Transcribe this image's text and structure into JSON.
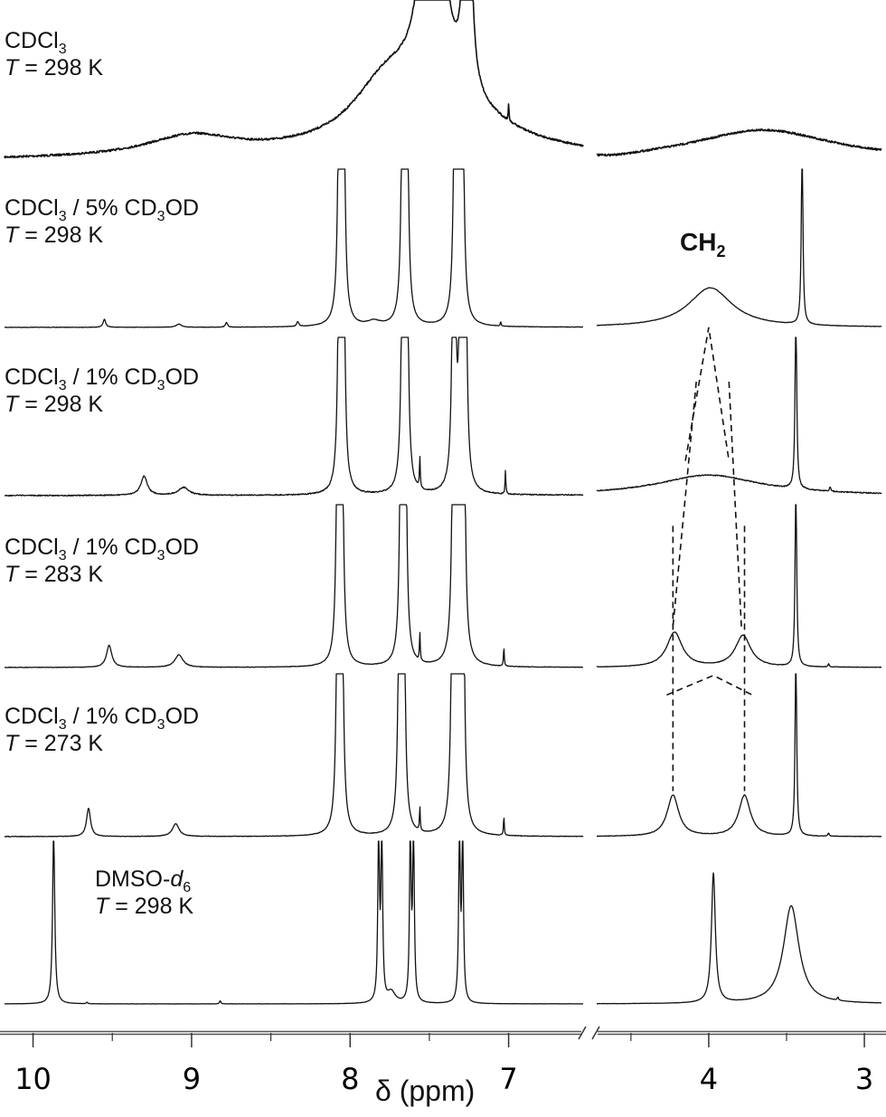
{
  "chart_data": {
    "type": "line",
    "title": "",
    "xlabel": "δ (ppm)",
    "ylabel": "",
    "x_axis": {
      "reversed": true,
      "segments": [
        [
          10.18,
          6.53
        ],
        [
          4.72,
          2.89
        ]
      ],
      "major_ticks": [
        10,
        9,
        8,
        7,
        4,
        3
      ],
      "tick_labels": [
        "10",
        "9",
        "8",
        "7",
        "4",
        "3"
      ],
      "minor_ticks": [
        9.5,
        8.5,
        7.5,
        4.5,
        3.5
      ],
      "axis_break": true
    },
    "annotation": {
      "text": "CH",
      "sub": "2"
    },
    "spectra": [
      {
        "name": "CDCl3 298 K",
        "label": [
          [
            {
              "t": "CDCl"
            },
            {
              "t": "3",
              "sub": true
            }
          ],
          [
            {
              "t": "T",
              "i": true
            },
            {
              "t": " = 298 K"
            }
          ]
        ],
        "noise": 2.2,
        "peaks": [
          [
            9.0,
            0.13,
            0.35
          ],
          [
            7.78,
            0.3,
            0.25
          ],
          [
            7.45,
            0.35,
            0.45
          ],
          [
            7.48,
            3.0,
            0.05
          ],
          [
            7.26,
            4.0,
            0.015
          ],
          [
            7.0,
            0.1,
            0.003
          ],
          [
            3.65,
            0.19,
            0.55
          ],
          [
            4.6,
            -0.02,
            0.2
          ]
        ]
      },
      {
        "name": "CDCl3 / 5% CD3OD 298 K",
        "label": [
          [
            {
              "t": "CDCl"
            },
            {
              "t": "3",
              "sub": true
            },
            {
              "t": " / 5% CD"
            },
            {
              "t": "3",
              "sub": true
            },
            {
              "t": "OD"
            }
          ],
          [
            {
              "t": "T",
              "i": true
            },
            {
              "t": " = 298 K"
            }
          ]
        ],
        "noise": 0.5,
        "peaks": [
          [
            9.55,
            0.05,
            0.01
          ],
          [
            9.08,
            0.02,
            0.02
          ],
          [
            8.78,
            0.03,
            0.008
          ],
          [
            8.33,
            0.03,
            0.008
          ],
          [
            7.85,
            0.03,
            0.05
          ],
          [
            8.065,
            3,
            0.008
          ],
          [
            8.045,
            3,
            0.008
          ],
          [
            7.665,
            3,
            0.008
          ],
          [
            7.645,
            3,
            0.008
          ],
          [
            7.335,
            3,
            0.009
          ],
          [
            7.295,
            3,
            0.009
          ],
          [
            7.05,
            0.03,
            0.003
          ],
          [
            3.99,
            0.25,
            0.17
          ],
          [
            3.4,
            1.2,
            0.006
          ]
        ]
      },
      {
        "name": "CDCl3 / 1% CD3OD 298 K",
        "label": [
          [
            {
              "t": "CDCl"
            },
            {
              "t": "3",
              "sub": true
            },
            {
              "t": " / 1% CD"
            },
            {
              "t": "3",
              "sub": true
            },
            {
              "t": "OD"
            }
          ],
          [
            {
              "t": "T",
              "i": true
            },
            {
              "t": " = 298 K"
            }
          ]
        ],
        "noise": 1.2,
        "peaks": [
          [
            9.3,
            0.12,
            0.025
          ],
          [
            9.05,
            0.05,
            0.04
          ],
          [
            8.065,
            3,
            0.008
          ],
          [
            8.045,
            3,
            0.008
          ],
          [
            7.665,
            3,
            0.008
          ],
          [
            7.645,
            3,
            0.008
          ],
          [
            7.56,
            0.2,
            0.003
          ],
          [
            7.345,
            3,
            0.009
          ],
          [
            7.3,
            3,
            0.008
          ],
          [
            7.275,
            3,
            0.008
          ],
          [
            7.02,
            0.15,
            0.003
          ],
          [
            4.0,
            0.13,
            0.4
          ],
          [
            3.44,
            1.2,
            0.006
          ],
          [
            3.22,
            0.03,
            0.005
          ]
        ]
      },
      {
        "name": "CDCl3 / 1% CD3OD 283 K",
        "label": [
          [
            {
              "t": "CDCl"
            },
            {
              "t": "3",
              "sub": true
            },
            {
              "t": " / 1% CD"
            },
            {
              "t": "3",
              "sub": true
            },
            {
              "t": "OD"
            }
          ],
          [
            {
              "t": "T",
              "i": true
            },
            {
              "t": " = 283 K"
            }
          ]
        ],
        "noise": 0.6,
        "peaks": [
          [
            9.52,
            0.14,
            0.02
          ],
          [
            9.08,
            0.08,
            0.03
          ],
          [
            8.075,
            3,
            0.008
          ],
          [
            8.055,
            3,
            0.008
          ],
          [
            7.675,
            3,
            0.008
          ],
          [
            7.655,
            3,
            0.008
          ],
          [
            7.56,
            0.18,
            0.003
          ],
          [
            7.345,
            3,
            0.009
          ],
          [
            7.31,
            3,
            0.008
          ],
          [
            7.285,
            3,
            0.008
          ],
          [
            7.03,
            0.12,
            0.003
          ],
          [
            4.22,
            0.22,
            0.06
          ],
          [
            3.78,
            0.2,
            0.06
          ],
          [
            3.44,
            1.2,
            0.006
          ],
          [
            3.23,
            0.02,
            0.005
          ]
        ]
      },
      {
        "name": "CDCl3 / 1% CD3OD 273 K",
        "label": [
          [
            {
              "t": "CDCl"
            },
            {
              "t": "3",
              "sub": true
            },
            {
              "t": " / 1% CD"
            },
            {
              "t": "3",
              "sub": true
            },
            {
              "t": "OD"
            }
          ],
          [
            {
              "t": "T",
              "i": true
            },
            {
              "t": " = 273 K"
            }
          ]
        ],
        "noise": 0.6,
        "peaks": [
          [
            9.65,
            0.18,
            0.015
          ],
          [
            9.1,
            0.08,
            0.025
          ],
          [
            8.075,
            3,
            0.008
          ],
          [
            8.055,
            3,
            0.008
          ],
          [
            7.685,
            3,
            0.008
          ],
          [
            7.665,
            3,
            0.008
          ],
          [
            7.56,
            0.15,
            0.003
          ],
          [
            7.35,
            3,
            0.009
          ],
          [
            7.315,
            3,
            0.008
          ],
          [
            7.29,
            3,
            0.008
          ],
          [
            7.03,
            0.12,
            0.003
          ],
          [
            4.23,
            0.26,
            0.045
          ],
          [
            3.77,
            0.26,
            0.045
          ],
          [
            3.44,
            1.2,
            0.006
          ],
          [
            3.23,
            0.02,
            0.005
          ]
        ]
      },
      {
        "name": "DMSO-d6 298 K",
        "label": [
          [
            {
              "t": "DMSO-"
            },
            {
              "t": "d",
              "i": true
            },
            {
              "t": "6",
              "sub": true
            }
          ],
          [
            {
              "t": "T",
              "i": true
            },
            {
              "t": " = 298 K"
            }
          ]
        ],
        "noise": 0.3,
        "peaks": [
          [
            9.87,
            1.1,
            0.008
          ],
          [
            9.66,
            0.01,
            0.005
          ],
          [
            8.82,
            0.02,
            0.005
          ],
          [
            7.82,
            1.1,
            0.006
          ],
          [
            7.8,
            1.1,
            0.006
          ],
          [
            7.74,
            0.07,
            0.03
          ],
          [
            7.62,
            1.1,
            0.006
          ],
          [
            7.6,
            1.1,
            0.006
          ],
          [
            7.31,
            1.1,
            0.006
          ],
          [
            7.29,
            1.1,
            0.006
          ],
          [
            3.97,
            0.82,
            0.015
          ],
          [
            3.47,
            0.62,
            0.06
          ],
          [
            3.17,
            0.02,
            0.005
          ]
        ]
      }
    ],
    "dashed_guides": [
      [
        [
          4.15,
          2,
          0.22
        ],
        [
          4.0,
          1,
          0.0
        ],
        [
          3.87,
          2,
          0.22
        ]
      ],
      [
        [
          4.08,
          2,
          0.72
        ],
        [
          4.23,
          3,
          0.25
        ]
      ],
      [
        [
          3.87,
          2,
          0.72
        ],
        [
          3.79,
          3,
          0.25
        ]
      ],
      [
        [
          4.23,
          3,
          0.87
        ],
        [
          4.23,
          4,
          0.28
        ]
      ],
      [
        [
          3.77,
          3,
          0.87
        ],
        [
          3.77,
          4,
          0.28
        ]
      ],
      [
        [
          4.27,
          4,
          0.87
        ],
        [
          3.97,
          4,
          0.99
        ],
        [
          3.72,
          4,
          0.87
        ]
      ]
    ]
  }
}
